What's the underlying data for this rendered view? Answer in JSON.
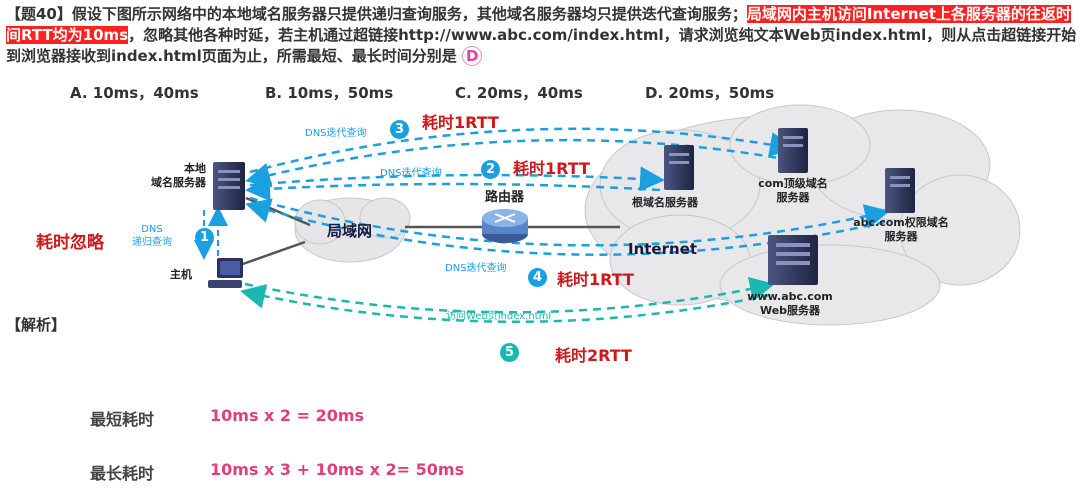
{
  "question": {
    "prefix": "【题40】假设下图所示网络中的本地域名服务器只提供递归查询服务，其他域名服务器均只提供迭代查询服务；",
    "highlight": "局域网内主机访问Internet上各服务器的往返时间RTT均为10ms",
    "suffix": "，忽略其他各种时延，若主机通过超链接http://www.abc.com/index.html，请求浏览纯文本Web页index.html，则从点击超链接开始到浏览器接收到index.html页面为止，所需最短、最长时间分别是",
    "answer": "D"
  },
  "options": [
    "A. 10ms，40ms",
    "B. 10ms，50ms",
    "C. 20ms，40ms",
    "D. 20ms，50ms"
  ],
  "nodes": {
    "local_dns_line1": "本地",
    "local_dns_line2": "域名服务器",
    "host": "主机",
    "lan": "局域网",
    "router": "路由器",
    "internet": "Internet",
    "root": "根域名服务器",
    "com_line1": "com顶级域名",
    "com_line2": "服务器",
    "abc_line1": "abc.com权限域名",
    "abc_line2": "服务器",
    "web_line1": "www.abc.com",
    "web_line2": "Web服务器"
  },
  "steps": {
    "s1_num": "1",
    "s1_line1": "DNS",
    "s1_line2": "递归查询",
    "s1_cost": "耗时忽略",
    "s2_num": "2",
    "s2_label": "DNS迭代查询",
    "s2_cost": "耗时1RTT",
    "s3_num": "3",
    "s3_label": "DNS迭代查询",
    "s3_cost": "耗时1RTT",
    "s4_num": "4",
    "s4_label": "DNS迭代查询",
    "s4_cost": "耗时1RTT",
    "s5_num": "5",
    "s5_label": "访问Web页index.html",
    "s5_cost": "耗时2RTT"
  },
  "analysis": {
    "heading": "【解析】",
    "min_label": "最短耗时",
    "min_formula": "10ms x 2 = 20ms",
    "max_label": "最长耗时",
    "max_formula": "10ms x 3  + 10ms x 2= 50ms"
  },
  "colors": {
    "highlight": "#ff2020",
    "cost_red": "#cc1a1a",
    "dns_blue": "#1aa0e0",
    "web_teal": "#1ab8b0",
    "formula_pink": "#e0407a"
  }
}
